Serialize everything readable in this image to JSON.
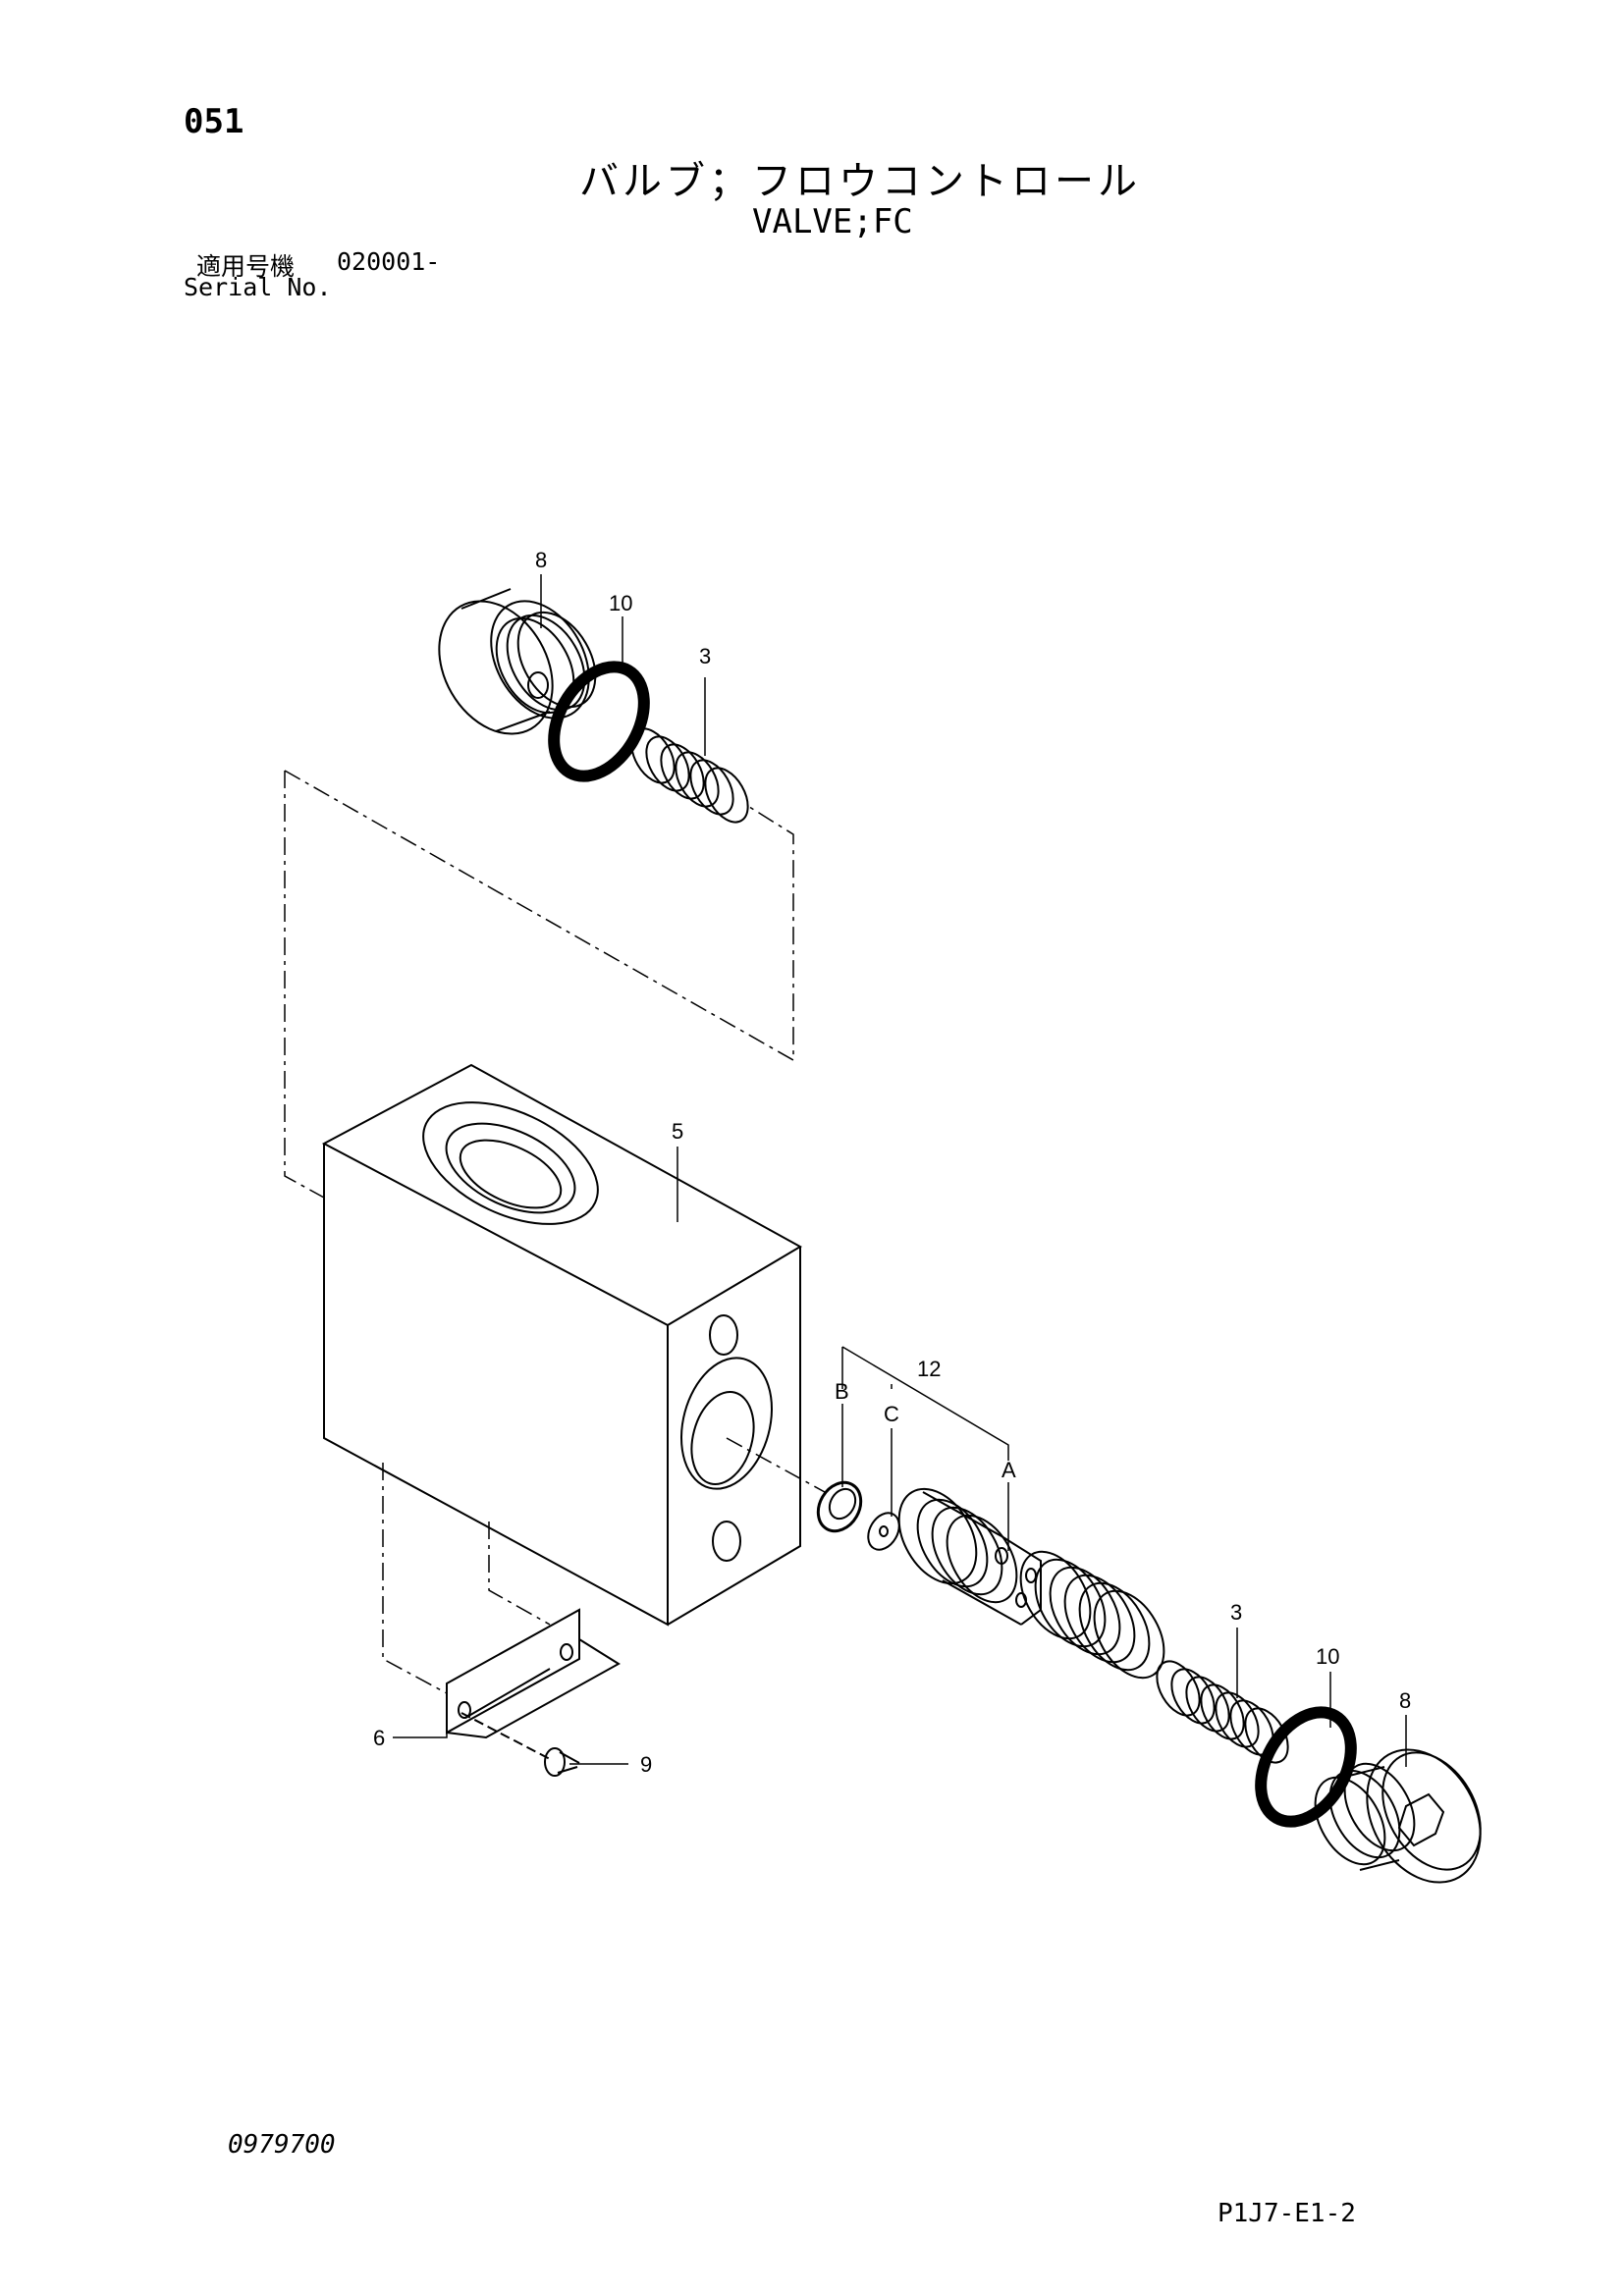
{
  "header": {
    "page_number": "051",
    "title_ja": "バルブ；フロウコントロール",
    "title_en": "VALVE;FC",
    "serial_label_ja": "適用号機",
    "serial_value": "020001-",
    "serial_label_en": "Serial No."
  },
  "footer": {
    "doc_code": "0979700",
    "page_ref": "P1J7-E1-2"
  },
  "callouts": {
    "c8_top": "8",
    "c10_top": "10",
    "c3_top": "3",
    "c5": "5",
    "c12": "12",
    "cB": "B",
    "cC": "C",
    "cA": "A",
    "c3_bottom": "3",
    "c10_bottom": "10",
    "c8_bottom": "8",
    "c6": "6",
    "c9": "9"
  }
}
